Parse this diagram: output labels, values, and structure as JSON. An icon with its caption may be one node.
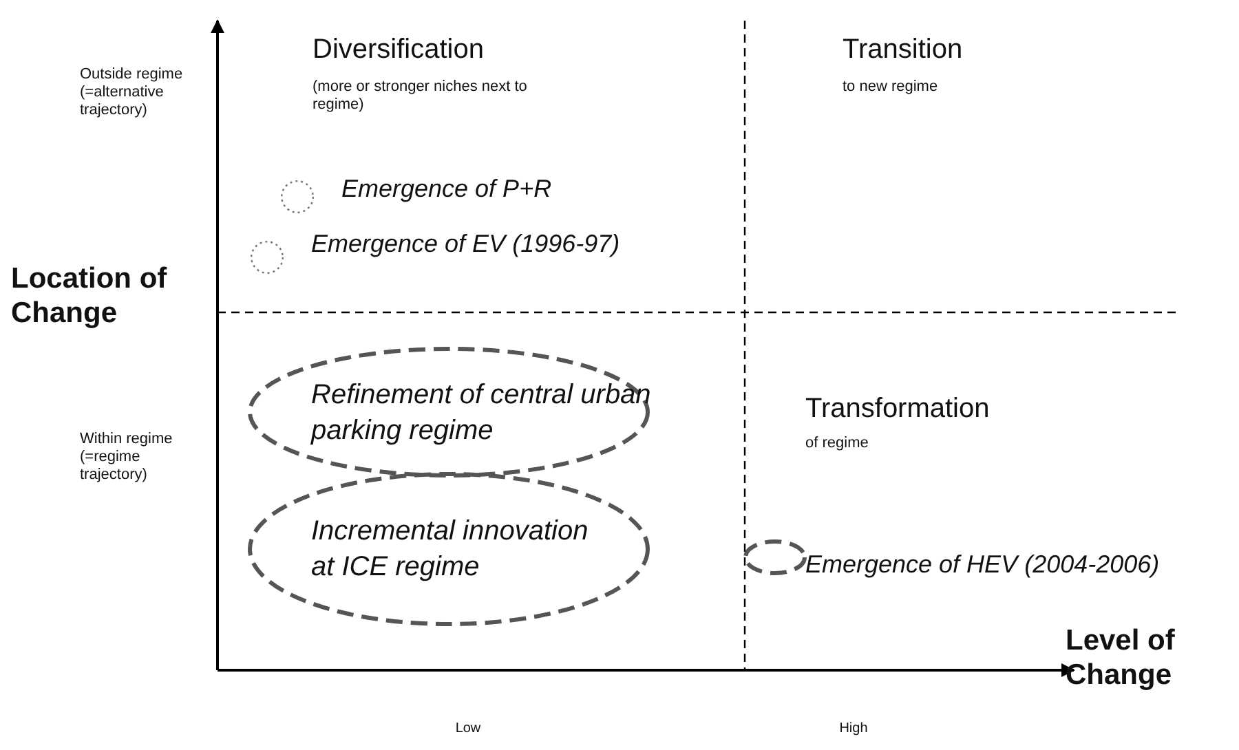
{
  "diagram": {
    "nodes": [
      {
        "text": [],
        "shape": "circle",
        "beside": [
          "Emergence of P+R"
        ]
      },
      {
        "text": [],
        "shape": "circle",
        "beside": [
          "Emergence of EV (1996-97)"
        ]
      },
      {
        "text": [
          "Refinement of central urban parking regime"
        ]
      },
      {
        "text": [
          "Incremental innovation at ICE regime"
        ]
      },
      {
        "text": [],
        "shape": "ellipse",
        "beside": [
          "Emergence of HEV (2004-2006)"
        ]
      }
    ],
    "edges": [],
    "labels": [
      "Outside regime (=alternative trajectory)",
      "Diversification",
      "(more or stronger niches next to regime)",
      "Transition",
      "to new regime",
      "Location of Change",
      "Within regime (=regime trajectory)",
      "Transformation",
      "of regime",
      "Level of Change",
      "Low",
      "High"
    ]
  }
}
